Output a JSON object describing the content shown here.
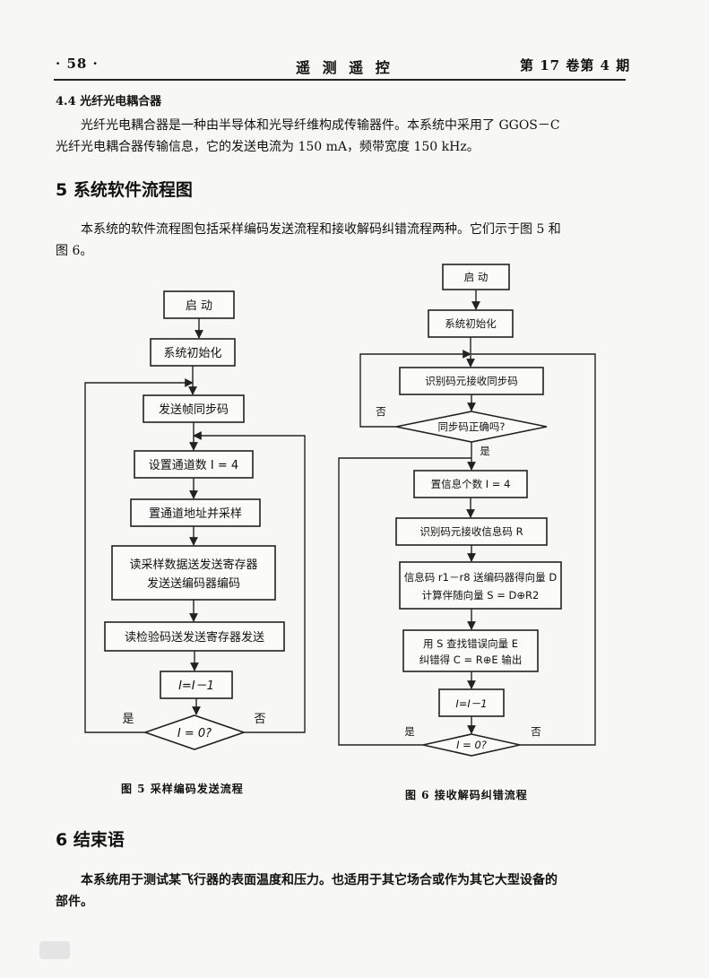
{
  "header": {
    "page": "· 58 ·",
    "journal": "遥 测 遥 控",
    "issue": "第 17 卷第 4 期"
  },
  "s44": {
    "title": "4.4   光纤光电耦合器",
    "line1": "光纤光电耦合器是一种由半导体和光导纤维构成传输器件。本系统中采用了 GGOS－C",
    "line2": "光纤光电耦合器传输信息，它的发送电流为 150 mA，频带宽度 150 kHz。"
  },
  "s5": {
    "title": "5   系统软件流程图",
    "line1": "本系统的软件流程图包括采样编码发送流程和接收解码纠错流程两种。它们示于图 5 和",
    "line2": "图 6。"
  },
  "fig5": {
    "start": "启 动",
    "init": "系统初始化",
    "sync": "发送帧同步码",
    "set_channel": "设置通道数 I = 4",
    "sample": "置通道地址并采样",
    "read_1": "读采样数据送发送寄存器",
    "read_2": "发送送编码器编码",
    "check": "读检验码送发送寄存器发送",
    "dec": "I=I－1",
    "cond": "I = 0?",
    "yes": "是",
    "no": "否",
    "caption": "图 5   采样编码发送流程"
  },
  "fig6": {
    "start": "启 动",
    "init": "系统初始化",
    "recv_sync": "识别码元接收同步码",
    "cond_sync": "同步码正确吗?",
    "no_sync": "否",
    "yes_sync": "是",
    "set_info": "置信息个数 I = 4",
    "recv_info": "识别码元接收信息码 R",
    "calc_1": "信息码 r1－r8 送编码器得向量 D",
    "calc_2": "计算伴随向量 S = D⊕R2",
    "err_1": "用 S 查找错误向量 E",
    "err_2": "纠错得 C = R⊕E 输出",
    "dec": "I=I－1",
    "cond": "I = 0?",
    "yes": "是",
    "no": "否",
    "caption": "图 6   接收解码纠错流程"
  },
  "s6": {
    "title": "6   结束语",
    "line1": "本系统用于测试某飞行器的表面温度和压力。也适用于其它场合或作为其它大型设备的",
    "line2": "部件。"
  }
}
